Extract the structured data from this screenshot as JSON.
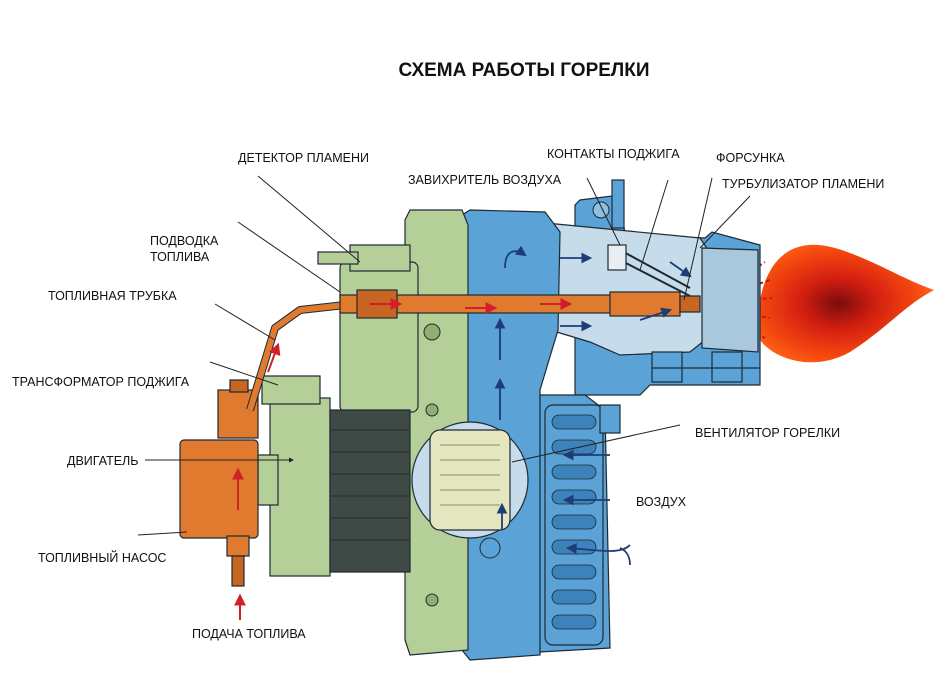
{
  "title": "СХЕМА РАБОТЫ ГОРЕЛКИ",
  "labels": {
    "flame_detector": "ДЕТЕКТОР ПЛАМЕНИ",
    "fuel_supply_line_1": "ПОДВОДКА",
    "fuel_supply_line_2": "ТОПЛИВА",
    "fuel_tube": "ТОПЛИВНАЯ ТРУБКА",
    "ignition_transformer": "ТРАНСФОРМАТОР ПОДЖИГА",
    "motor": "ДВИГАТЕЛЬ",
    "fuel_pump": "ТОПЛИВНЫЙ НАСОС",
    "fuel_feed": "ПОДАЧА ТОПЛИВА",
    "air_swirler": "ЗАВИХРИТЕЛЬ ВОЗДУХА",
    "ignition_contacts": "КОНТАКТЫ ПОДЖИГА",
    "nozzle": "ФОРСУНКА",
    "flame_turbulator": "ТУРБУЛИЗАТОР ПЛАМЕНИ",
    "burner_fan": "ВЕНТИЛЯТОР ГОРЕЛКИ",
    "air": "ВОЗДУХ"
  },
  "colors": {
    "housing_green": "#b5cf98",
    "air_blue": "#5ba3d6",
    "light_blue": "#c6dcea",
    "fuel_orange": "#e07a2e",
    "flame_red": "#f23a10",
    "fuel_arrow_red": "#d0202a",
    "air_arrow_navy": "#1d3c78",
    "motor_core": "#3e4a45",
    "impeller_cream": "#e4e6c0"
  }
}
